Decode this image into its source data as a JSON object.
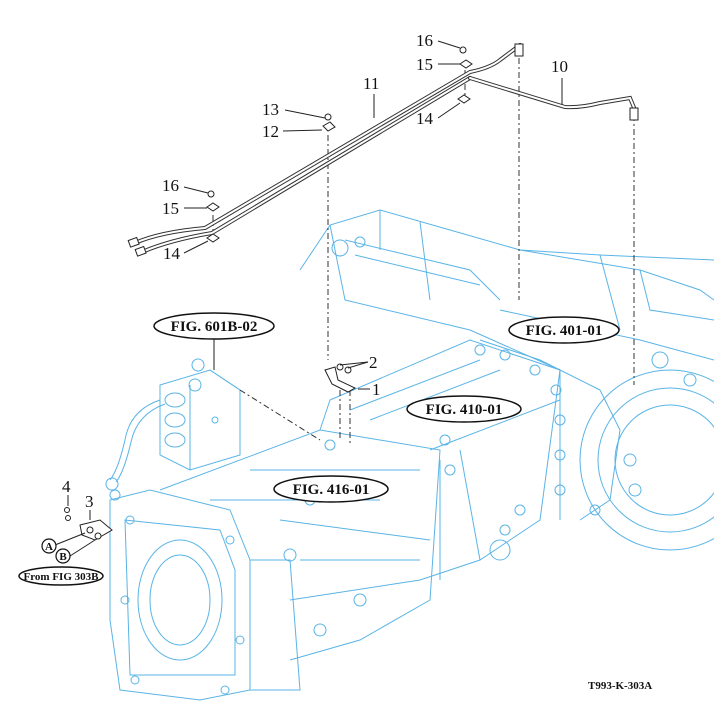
{
  "diagram": {
    "type": "exploded parts diagram",
    "drawing_code": "T993-K-303A",
    "callouts": [
      {
        "id": "c1",
        "label": "1"
      },
      {
        "id": "c2",
        "label": "2"
      },
      {
        "id": "c3",
        "label": "3"
      },
      {
        "id": "c4",
        "label": "4"
      },
      {
        "id": "c10",
        "label": "10"
      },
      {
        "id": "c11",
        "label": "11"
      },
      {
        "id": "c12",
        "label": "12"
      },
      {
        "id": "c13",
        "label": "13"
      },
      {
        "id": "c14a",
        "label": "14"
      },
      {
        "id": "c14b",
        "label": "14"
      },
      {
        "id": "c15a",
        "label": "15"
      },
      {
        "id": "c15b",
        "label": "15"
      },
      {
        "id": "c16a",
        "label": "16"
      },
      {
        "id": "c16b",
        "label": "16"
      }
    ],
    "figure_refs": [
      {
        "id": "f601",
        "label": "FIG. 601B-02"
      },
      {
        "id": "f416",
        "label": "FIG. 416-01"
      },
      {
        "id": "f410",
        "label": "FIG. 410-01"
      },
      {
        "id": "f401",
        "label": "FIG. 401-01"
      }
    ],
    "connection_labels": [
      {
        "id": "A",
        "label": "A"
      },
      {
        "id": "B",
        "label": "B"
      }
    ],
    "source_ref": "From FIG 303B",
    "colors": {
      "housing_line": "#5ab4e6",
      "parts_line": "#222222",
      "background": "#ffffff"
    }
  }
}
